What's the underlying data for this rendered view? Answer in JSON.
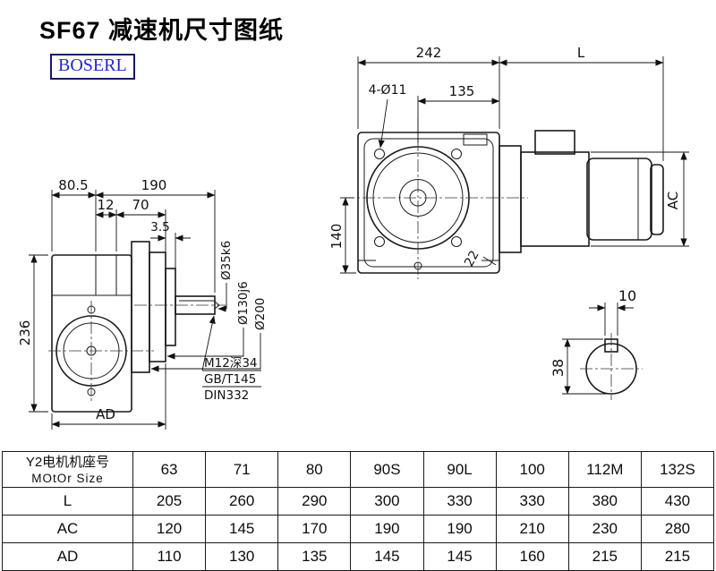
{
  "header": {
    "title": "SF67 减速机尺寸图纸",
    "logo": "BOSERL"
  },
  "side_view": {
    "dim_top_left": "80.5",
    "dim_top_right": "190",
    "dim_12": "12",
    "dim_70": "70",
    "dim_3_5": "3.5",
    "dim_height": "236",
    "dim_ad": "AD",
    "label_shaft": "Ø35k6",
    "label_spigot": "Ø130j6",
    "label_flange": "Ø200",
    "note_line1": "M12深34",
    "note_line2": "GB/T145",
    "note_line3": "DIN332"
  },
  "front_view": {
    "dim_width": "242",
    "dim_motor_len": "L",
    "label_holes": "4-Ø11",
    "dim_135": "135",
    "dim_140": "140",
    "dim_22": "22",
    "dim_ac": "AC"
  },
  "shaft_view": {
    "dim_key_width": "10",
    "dim_key_height": "38"
  },
  "table": {
    "motor_row": {
      "label1": "Y2电机机座号",
      "label2": "MOtOr Size",
      "cells": [
        "63",
        "71",
        "80",
        "90S",
        "90L",
        "100",
        "112M",
        "132S"
      ]
    },
    "l_row": {
      "label": "L",
      "cells": [
        "205",
        "260",
        "290",
        "300",
        "330",
        "330",
        "380",
        "430"
      ]
    },
    "ac_row": {
      "label": "AC",
      "cells": [
        "120",
        "145",
        "170",
        "190",
        "190",
        "210",
        "230",
        "280"
      ]
    },
    "ad_row": {
      "label": "AD",
      "cells": [
        "110",
        "130",
        "135",
        "145",
        "145",
        "160",
        "215",
        "215"
      ]
    }
  }
}
